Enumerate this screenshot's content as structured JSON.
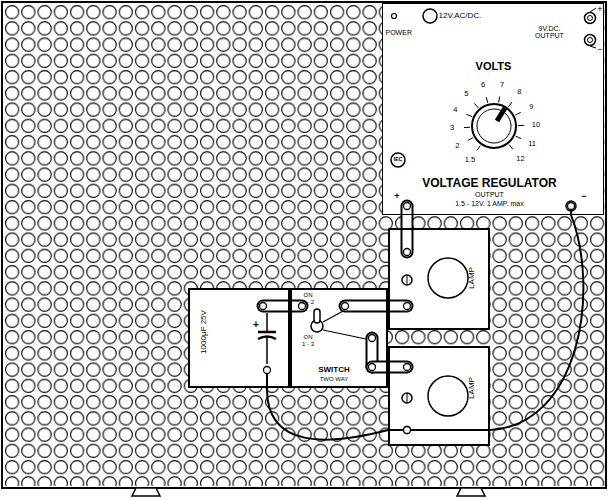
{
  "diagram": {
    "nodes": [
      {
        "text": [
          "POWER",
          "12V.AC/DC.",
          "9V.DC. OUTPUT",
          "VOLTS",
          "VOLTAGE REGULATOR",
          "OUTPUT",
          "1.5 - 12V. 1 AMP. max"
        ]
      },
      {
        "text": [
          "LAMP"
        ]
      },
      {
        "text": [
          "1000μF 25V"
        ]
      },
      {
        "text": [
          "ON",
          "1 - 2",
          "ON",
          "1 - 3",
          "SWITCH",
          "TWO WAY"
        ]
      },
      {
        "text": [
          "LAMP"
        ]
      }
    ],
    "edges": [
      {
        "from": 0,
        "to": 1,
        "arrow": "none"
      },
      {
        "from": 0,
        "to": 4,
        "arrow": "none"
      },
      {
        "from": 2,
        "to": 3,
        "arrow": "none"
      },
      {
        "from": 3,
        "to": 1,
        "arrow": "none"
      },
      {
        "from": 3,
        "to": 4,
        "arrow": "none"
      },
      {
        "from": 2,
        "to": 4,
        "arrow": "none"
      }
    ],
    "labels": [
      "+",
      "−",
      "1.5",
      "2",
      "3",
      "4",
      "5",
      "6",
      "7",
      "8",
      "9",
      "10",
      "11",
      "12",
      "IEC",
      "+",
      "−",
      "+"
    ]
  }
}
